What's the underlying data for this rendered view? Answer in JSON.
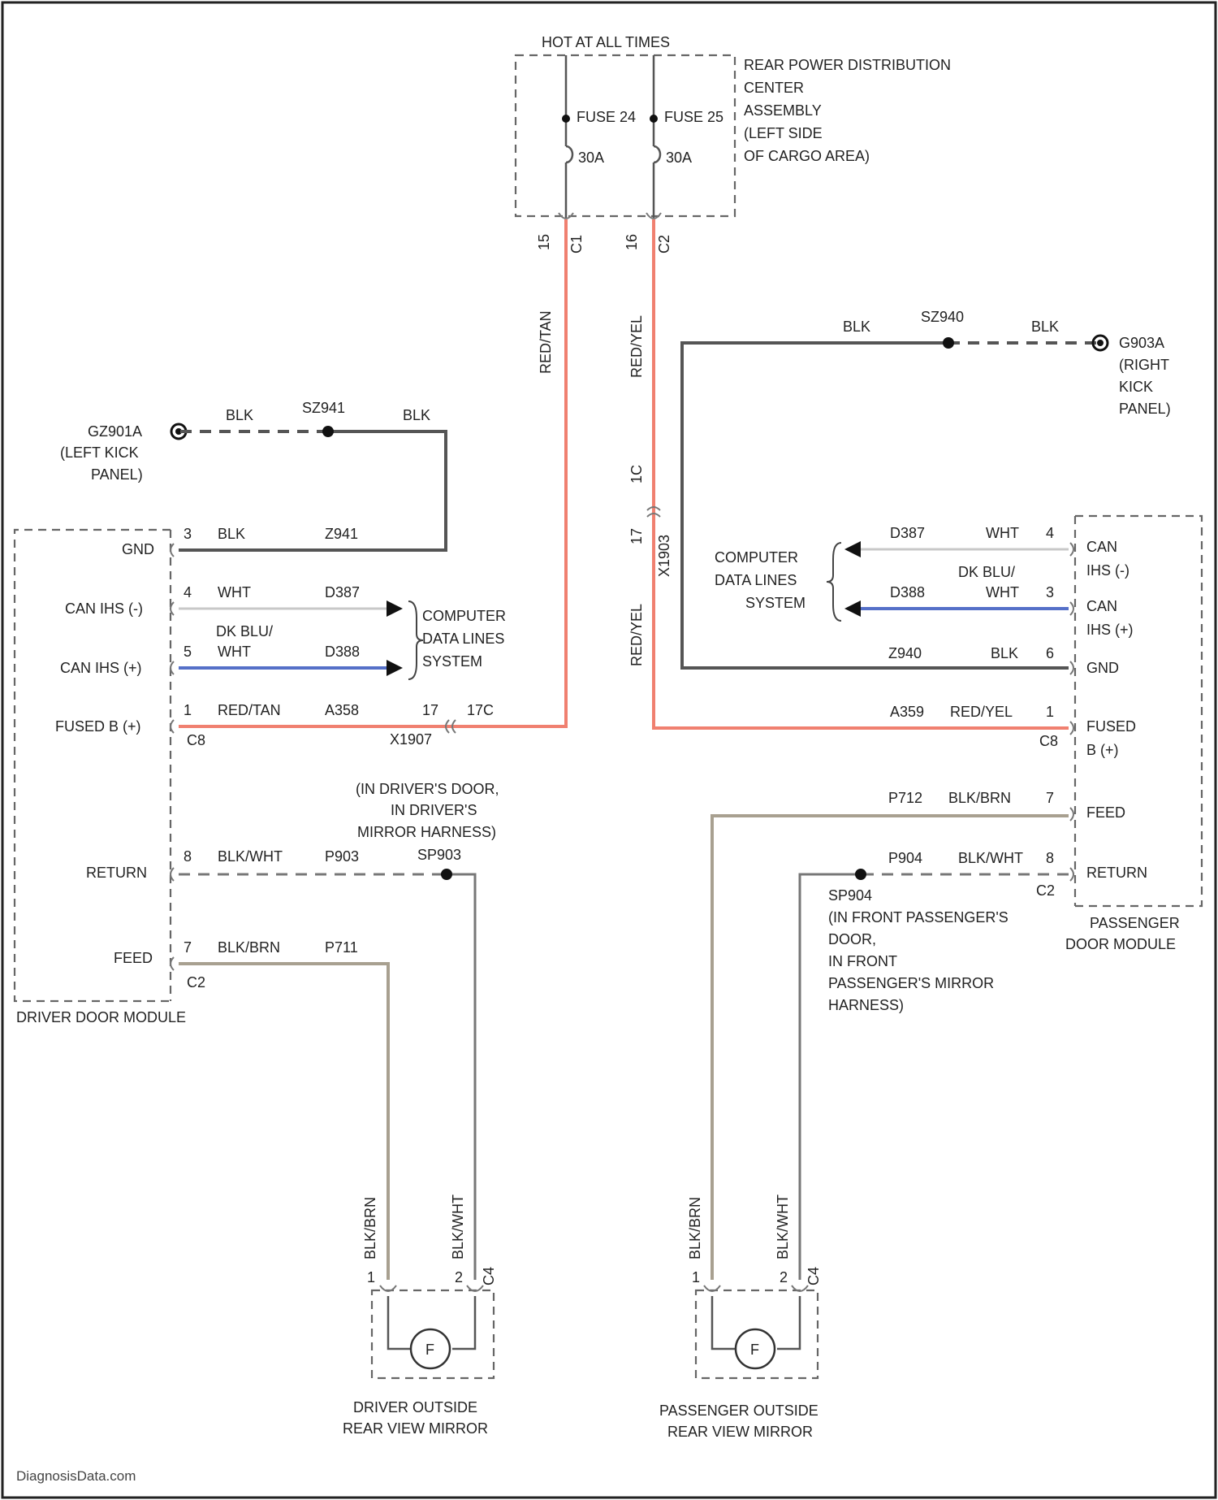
{
  "source": "HOT AT ALL TIMES",
  "rpdc": {
    "label": [
      "REAR POWER DISTRIBUTION",
      "CENTER",
      "ASSEMBLY",
      "(LEFT SIDE",
      "OF CARGO AREA)"
    ],
    "fuse_left": {
      "name": "FUSE 24",
      "rating": "30A",
      "pin": "15",
      "conn": "C1"
    },
    "fuse_right": {
      "name": "FUSE 25",
      "rating": "30A",
      "pin": "16",
      "conn": "C2"
    }
  },
  "left_power": {
    "wire_color": "RED/TAN",
    "circuit": "A358",
    "inline_pin": "17",
    "inline_conn": "17C",
    "inline_name": "X1907"
  },
  "right_power": {
    "wire_color_upper": "RED/YEL",
    "inline_pin_top": "1C",
    "inline_pin_bot": "17",
    "inline_name": "X1903",
    "wire_color_lower": "RED/YEL",
    "circuit": "A359"
  },
  "right_ground": {
    "wire_left": "BLK",
    "splice": "SZ940",
    "wire_right": "BLK",
    "ground": "G903A",
    "ground_loc": [
      "(RIGHT",
      "KICK",
      "PANEL)"
    ]
  },
  "left_ground": {
    "ground": "GZ901A",
    "ground_loc": [
      "(LEFT KICK",
      "PANEL)"
    ],
    "wire_left": "BLK",
    "splice": "SZ941",
    "wire_right": "BLK"
  },
  "driver_module": {
    "name": "DRIVER DOOR MODULE",
    "pins": [
      {
        "label": "GND",
        "pin": "3",
        "color": "BLK",
        "circuit": "Z941"
      },
      {
        "label": "CAN IHS (-)",
        "pin": "4",
        "color": "WHT",
        "circuit": "D387"
      },
      {
        "label": "CAN IHS (+)",
        "pin": "5",
        "color_top": "DK BLU/",
        "color": "WHT",
        "circuit": "D388"
      },
      {
        "label": "FUSED B (+)",
        "pin": "1",
        "color": "RED/TAN",
        "circuit": "A358",
        "conn": "C8"
      },
      {
        "label": "RETURN",
        "pin": "8",
        "color": "BLK/WHT",
        "circuit": "P903"
      },
      {
        "label": "FEED",
        "pin": "7",
        "color": "BLK/BRN",
        "circuit": "P711",
        "conn": "C2"
      }
    ],
    "data_lines": [
      "COMPUTER",
      "DATA LINES",
      "SYSTEM"
    ]
  },
  "passenger_module": {
    "name": [
      "PASSENGER",
      "DOOR MODULE"
    ],
    "pins": [
      {
        "label": [
          "CAN",
          "IHS (-)"
        ],
        "pin": "4",
        "color": "WHT",
        "circuit": "D387"
      },
      {
        "label": [
          "CAN",
          "IHS (+)"
        ],
        "pin": "3",
        "color_top": "DK BLU/",
        "color": "WHT",
        "circuit": "D388"
      },
      {
        "label": [
          "GND"
        ],
        "pin": "6",
        "color": "BLK",
        "circuit": "Z940"
      },
      {
        "label": [
          "FUSED",
          "B (+)"
        ],
        "pin": "1",
        "color": "RED/YEL",
        "circuit": "A359",
        "conn": "C8"
      },
      {
        "label": [
          "FEED"
        ],
        "pin": "7",
        "color": "BLK/BRN",
        "circuit": "P712"
      },
      {
        "label": [
          "RETURN"
        ],
        "pin": "8",
        "color": "BLK/WHT",
        "circuit": "P904",
        "conn": "C2"
      }
    ],
    "data_lines": [
      "COMPUTER",
      "DATA LINES",
      "SYSTEM"
    ]
  },
  "driver_splice": {
    "name": "SP903",
    "loc": [
      "(IN DRIVER'S DOOR,",
      "IN DRIVER'S",
      "MIRROR HARNESS)"
    ]
  },
  "passenger_splice": {
    "name": "SP904",
    "loc": [
      "(IN FRONT PASSENGER'S",
      "DOOR,",
      "IN FRONT",
      "PASSENGER'S MIRROR",
      "HARNESS)"
    ]
  },
  "driver_mirror": {
    "name": [
      "DRIVER OUTSIDE",
      "REAR VIEW MIRROR"
    ],
    "wire_a": "BLK/BRN",
    "pin_a": "1",
    "wire_b": "BLK/WHT",
    "pin_b": "2",
    "conn": "C4",
    "motor": "F"
  },
  "passenger_mirror": {
    "name": [
      "PASSENGER OUTSIDE",
      "REAR VIEW MIRROR"
    ],
    "wire_a": "BLK/BRN",
    "pin_a": "1",
    "wire_b": "BLK/WHT",
    "pin_b": "2",
    "conn": "C4",
    "motor": "F"
  },
  "watermark": "DiagnosisData.com",
  "colors": {
    "red_wire": "#f08070",
    "blue_wire": "#5570c8",
    "white_wire": "#c8c8c8",
    "black_wire": "#555555",
    "tan_wire": "#a8a090"
  }
}
